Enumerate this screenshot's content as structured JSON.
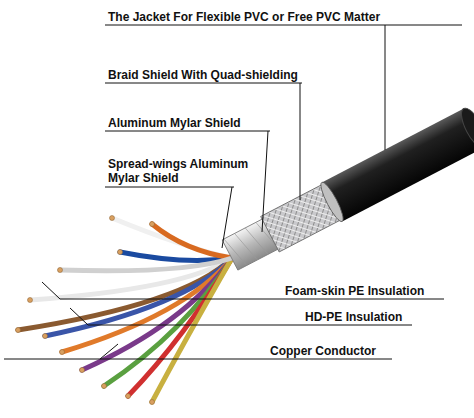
{
  "diagram": {
    "labels": [
      "The Jacket For Flexible PVC or Free PVC Matter",
      "Braid Shield With Quad-shielding",
      "Aluminum Mylar Shield",
      "Spread-wings Aluminum Mylar Shield",
      "Foam-skin PE Insulation",
      "HD-PE Insulation",
      "Copper Conductor"
    ]
  }
}
